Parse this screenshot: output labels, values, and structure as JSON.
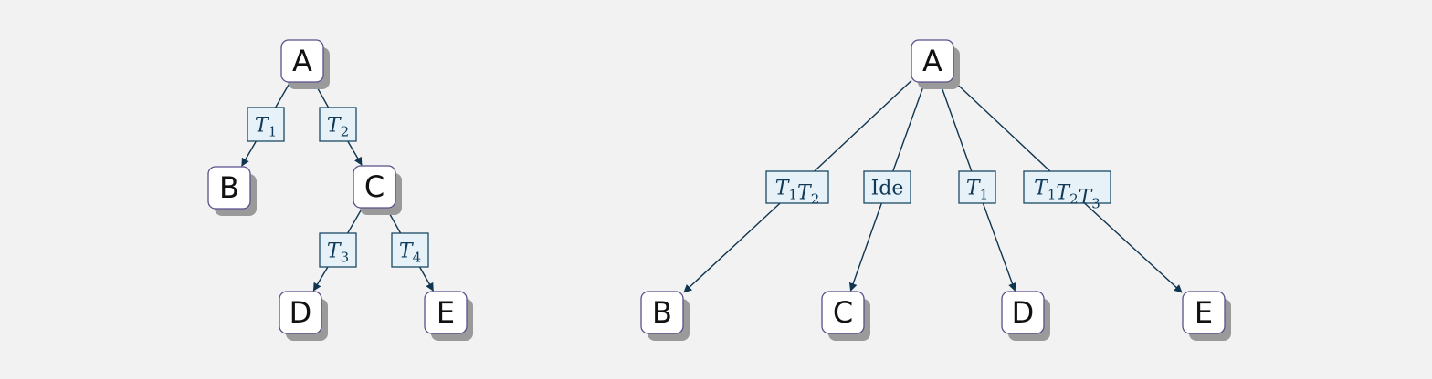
{
  "colors": {
    "background": "#f2f2f2",
    "node_fill": "#ffffff",
    "node_border": "#5a4f8c",
    "node_shadow": "#9a9a9a",
    "edge": "#0f3550",
    "label_fill": "#e6f1f8",
    "label_border": "#1b4a66",
    "label_text": "#103a58"
  },
  "left_tree": {
    "nodes": {
      "A": "A",
      "B": "B",
      "C": "C",
      "D": "D",
      "E": "E"
    },
    "edges": [
      {
        "from": "A",
        "to": "B",
        "label": [
          {
            "t": "T",
            "s": "1"
          }
        ]
      },
      {
        "from": "A",
        "to": "C",
        "label": [
          {
            "t": "T",
            "s": "2"
          }
        ]
      },
      {
        "from": "C",
        "to": "D",
        "label": [
          {
            "t": "T",
            "s": "3"
          }
        ]
      },
      {
        "from": "C",
        "to": "E",
        "label": [
          {
            "t": "T",
            "s": "4"
          }
        ]
      }
    ]
  },
  "right_tree": {
    "nodes": {
      "A": "A",
      "B": "B",
      "C": "C",
      "D": "D",
      "E": "E"
    },
    "edges": [
      {
        "from": "A",
        "to": "B",
        "label": [
          {
            "t": "T",
            "s": "1"
          },
          {
            "t": "T",
            "s": "2"
          }
        ]
      },
      {
        "from": "A",
        "to": "C",
        "label": [
          {
            "t": "Ide",
            "s": "",
            "upright": true
          }
        ]
      },
      {
        "from": "A",
        "to": "D",
        "label": [
          {
            "t": "T",
            "s": "1"
          }
        ]
      },
      {
        "from": "A",
        "to": "E",
        "label": [
          {
            "t": "T",
            "s": "1"
          },
          {
            "t": "T",
            "s": "2"
          },
          {
            "t": "T",
            "s": "3"
          }
        ]
      }
    ]
  }
}
